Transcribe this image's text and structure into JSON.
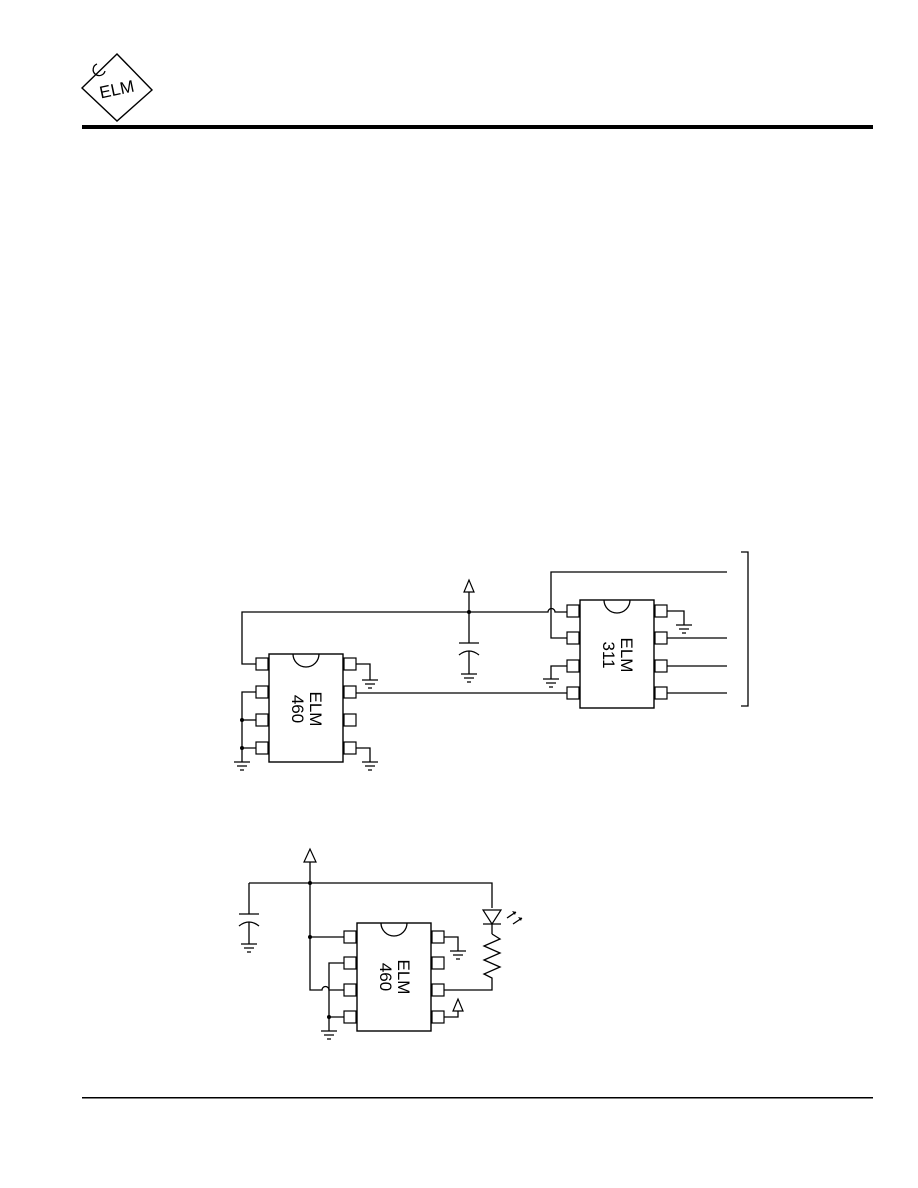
{
  "logo": {
    "text": "ELM"
  },
  "chips": {
    "top_left": {
      "line1": "ELM",
      "line2": "460"
    },
    "top_right": {
      "line1": "ELM",
      "line2": "311"
    },
    "bottom": {
      "line1": "ELM",
      "line2": "460"
    }
  },
  "icons": {
    "logo": "elm-diamond-logo",
    "ground": "ground-symbol",
    "supply": "vdd-arrow-symbol",
    "capacitor": "capacitor-symbol",
    "led": "led-symbol",
    "resistor": "resistor-symbol"
  }
}
